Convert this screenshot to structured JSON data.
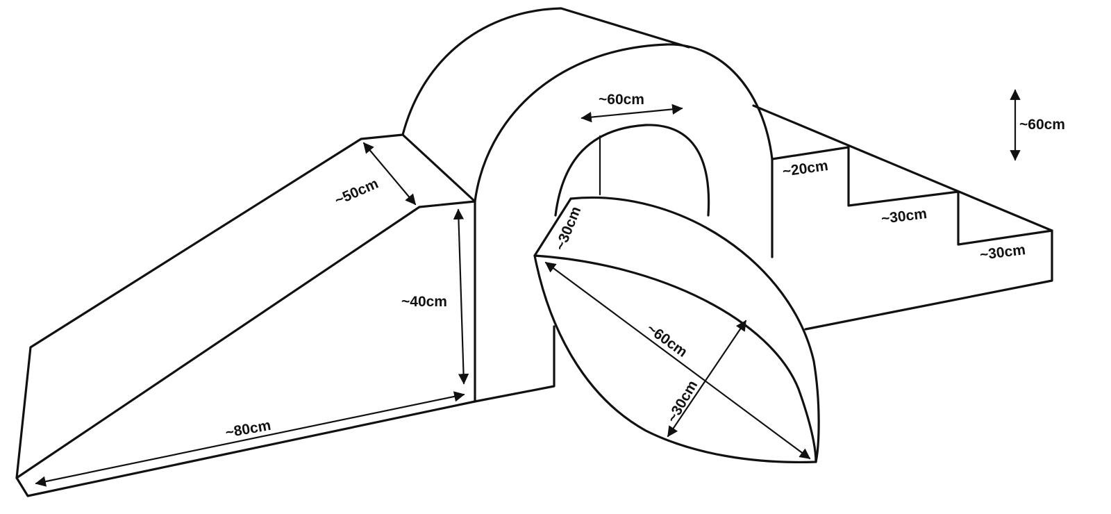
{
  "colors": {
    "line": "#111111",
    "background": "#ffffff"
  },
  "dimensions": {
    "top_width": "~60cm",
    "overall_height": "~60cm",
    "ramp_width": "~50cm",
    "ramp_height": "~40cm",
    "ramp_length": "~80cm",
    "step_rise": "~20cm",
    "step_tread_1": "~30cm",
    "step_tread_2": "~30cm",
    "cushion_depth": "~30cm",
    "cushion_length": "~60cm",
    "cushion_width": "~30cm"
  }
}
